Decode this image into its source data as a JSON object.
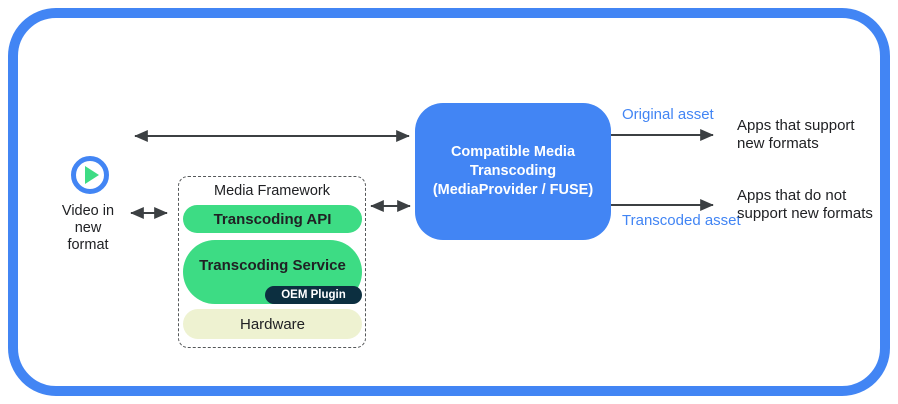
{
  "video_source": {
    "icon": "play-icon",
    "label": "Video in\nnew\nformat"
  },
  "media_framework": {
    "title": "Media Framework",
    "transcoding_api": "Transcoding API",
    "transcoding_service": "Transcoding Service",
    "oem_plugin": "OEM Plugin",
    "hardware": "Hardware"
  },
  "transcoding_box": {
    "label": "Compatible Media\nTranscoding\n(MediaProvider / FUSE)"
  },
  "outputs": {
    "original_asset": "Original asset",
    "transcoded_asset": "Transcoded asset",
    "apps_support": "Apps that support\nnew formats",
    "apps_not_support": "Apps that do not\nsupport new formats"
  },
  "colors": {
    "frame_blue": "#4285F4",
    "box_blue": "#4285F4",
    "pill_green": "#3ddc84",
    "oem_navy": "#0c2f40",
    "hardware_pale": "#eef2d1",
    "arrow_gray": "#3c4043",
    "asset_label_blue": "#4285F4",
    "text_black": "#202124"
  }
}
